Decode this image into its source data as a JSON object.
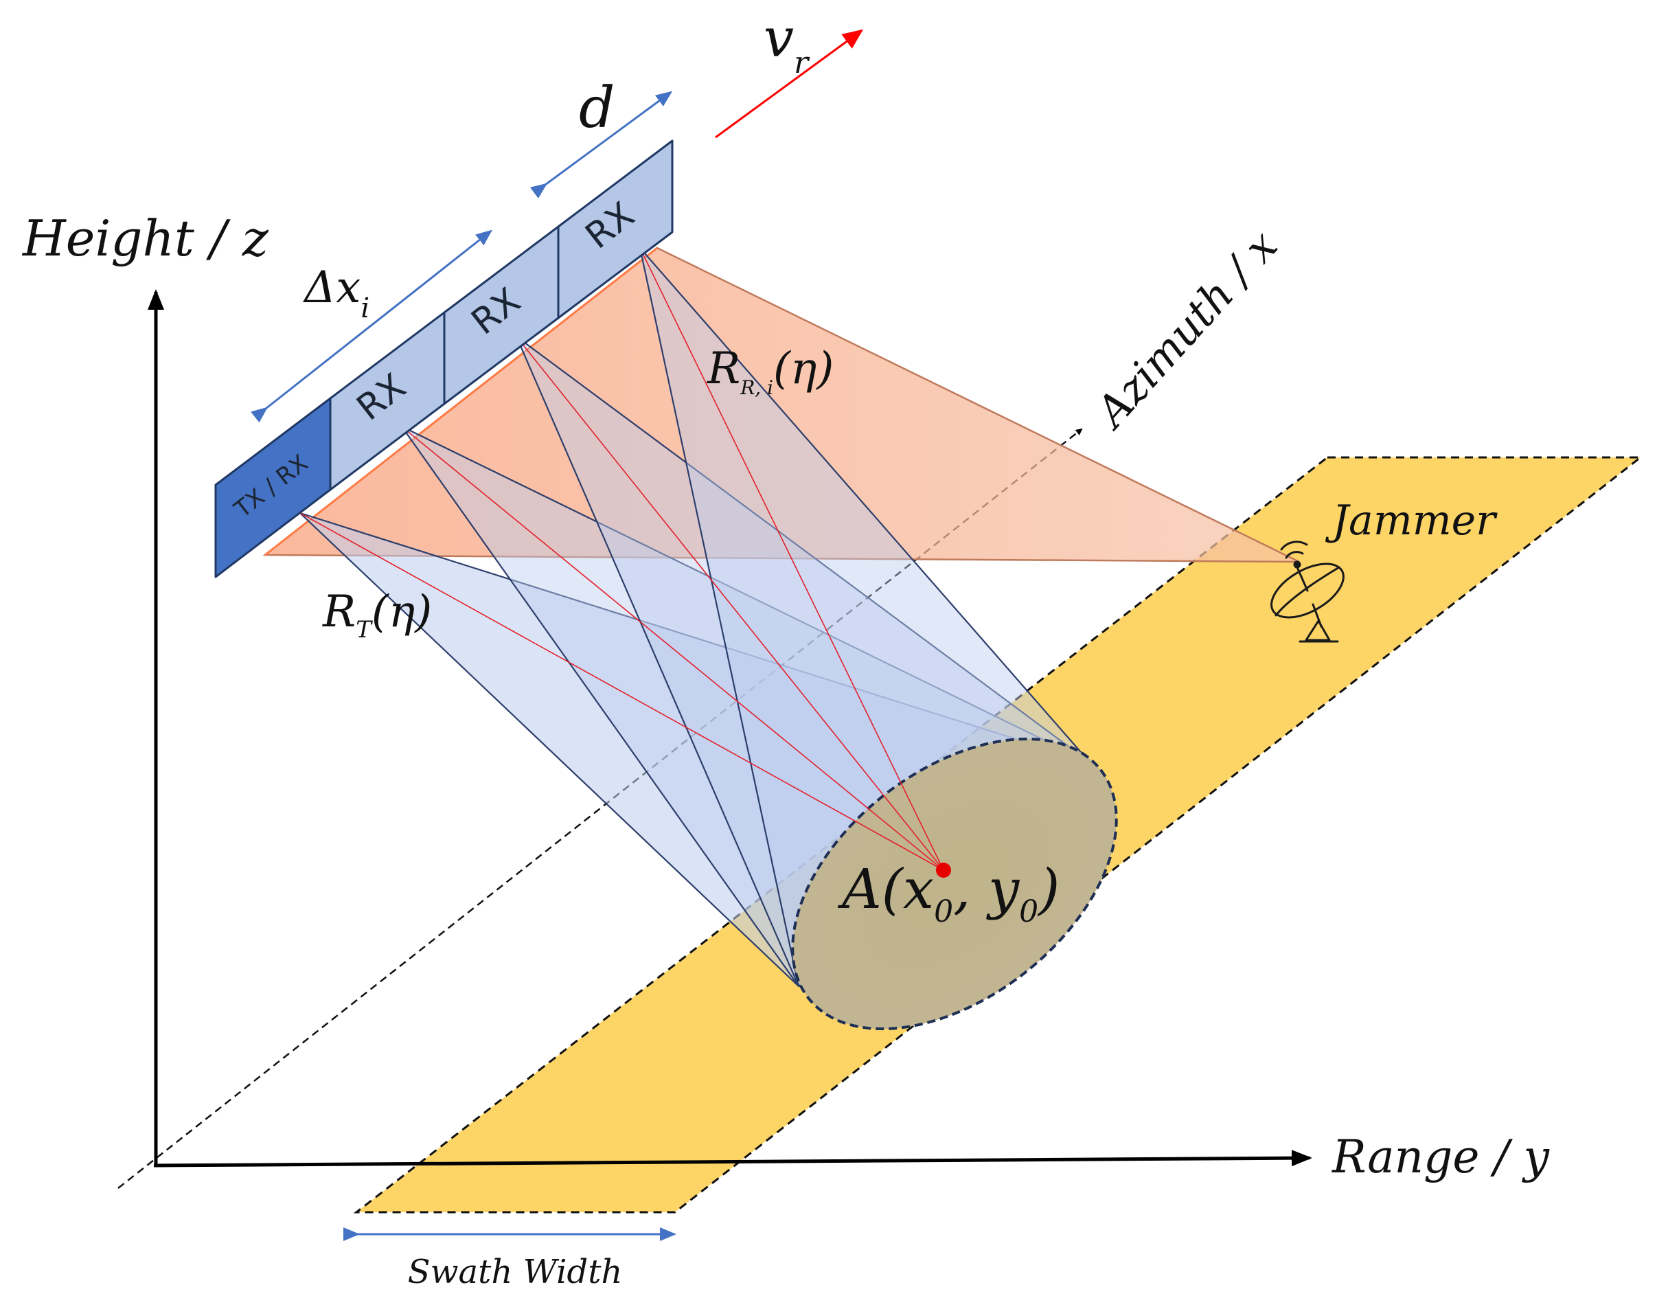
{
  "axes": {
    "height": "Height / z",
    "range": "Range / y",
    "azimuth": "Azimuth / x"
  },
  "antenna": {
    "elements": [
      "TX / RX",
      "RX",
      "RX",
      "RX"
    ],
    "spacing_label": "d",
    "offset_label_base": "Δx",
    "offset_label_sub": "i"
  },
  "velocity": {
    "base": "v",
    "sub": "r"
  },
  "ranges": {
    "transmit": {
      "base": "R",
      "sub": "T",
      "arg": "(η)"
    },
    "receive": {
      "base": "R",
      "sub": "R, i",
      "arg": "(η)"
    }
  },
  "target": {
    "prefix": "A(x",
    "sub_x": "0",
    "sep": ", y",
    "sub_y": "0",
    "suffix": ")"
  },
  "jammer": {
    "label": "Jammer",
    "icon": "satellite-dish-icon"
  },
  "swath": {
    "label": "Swath Width"
  },
  "colors": {
    "swath_fill": "#fdd567",
    "antenna_dark": "#4472c4",
    "antenna_light": "#b4c7e7",
    "antenna_border": "#203864",
    "beam_fill": "#bdcdee",
    "jammer_fill": "#f4b38d",
    "ray": "#e3212b",
    "target": "#e60000",
    "arrow_blue": "#4472c4",
    "arrow_red": "#ff0000"
  }
}
